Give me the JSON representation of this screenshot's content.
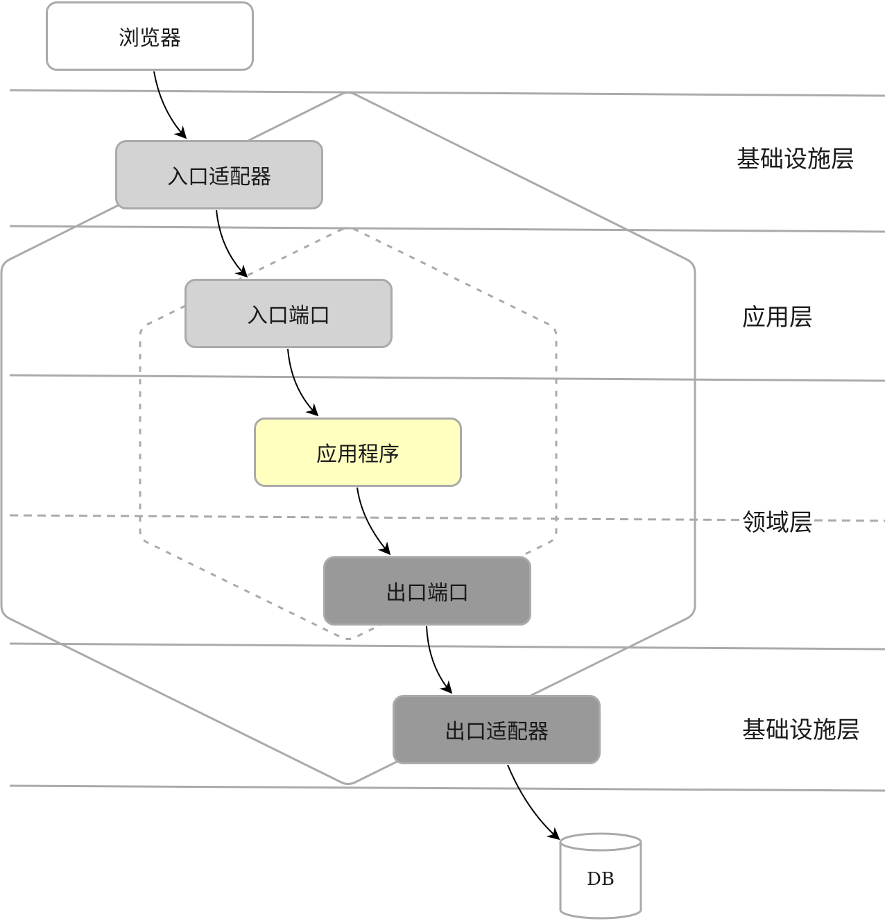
{
  "colors": {
    "line": "#aaaaaa",
    "arrow": "#000000",
    "browser_fill": "#ffffff",
    "inbound_fill": "#d3d3d3",
    "application_fill": "#ffffc0",
    "outbound_fill": "#999999"
  },
  "nodes": {
    "browser": "浏览器",
    "inbound_adapter": "入口适配器",
    "inbound_port": "入口端口",
    "application": "应用程序",
    "outbound_port": "出口端口",
    "outbound_adapter": "出口适配器",
    "database": "DB"
  },
  "layers": {
    "infrastructure_top": "基础设施层",
    "application": "应用层",
    "domain": "领域层",
    "infrastructure_bottom": "基础设施层"
  },
  "edges": [
    {
      "from": "浏览器",
      "to": "入口适配器"
    },
    {
      "from": "入口适配器",
      "to": "入口端口"
    },
    {
      "from": "入口端口",
      "to": "应用程序"
    },
    {
      "from": "应用程序",
      "to": "出口端口"
    },
    {
      "from": "出口端口",
      "to": "出口适配器"
    },
    {
      "from": "出口适配器",
      "to": "DB"
    }
  ]
}
